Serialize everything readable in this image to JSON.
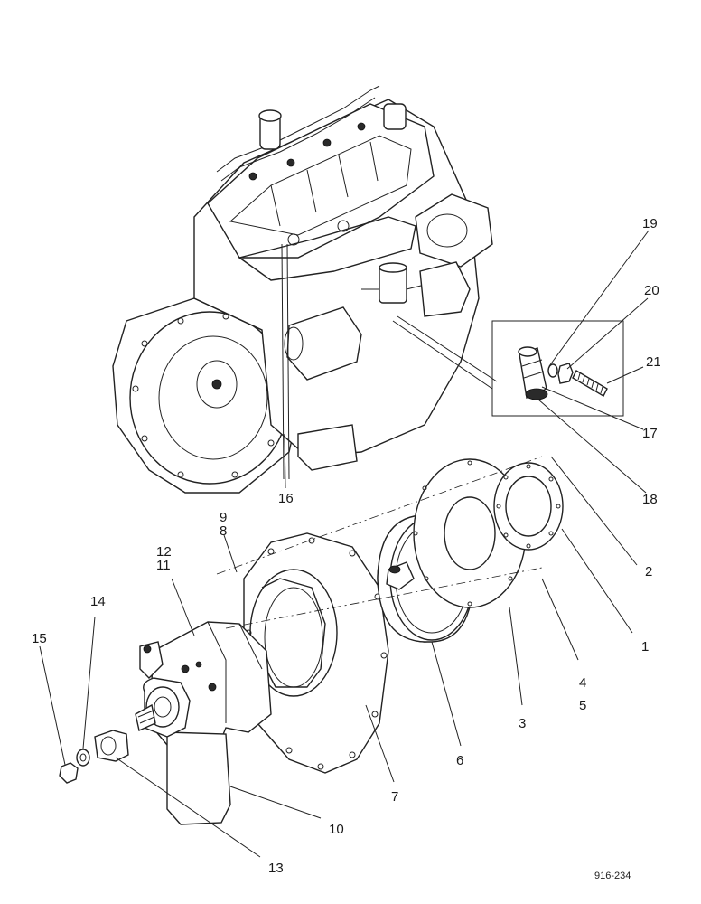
{
  "callouts": {
    "c1": "1",
    "c2": "2",
    "c3": "3",
    "c4": "4",
    "c5": "5",
    "c6": "6",
    "c7": "7",
    "c8": "8",
    "c9": "9",
    "c10": "10",
    "c11": "11",
    "c12": "12",
    "c13": "13",
    "c14": "14",
    "c15": "15",
    "c16": "16",
    "c17": "17",
    "c18": "18",
    "c19": "19",
    "c20": "20",
    "c21": "21"
  },
  "figure_code": "916-234"
}
